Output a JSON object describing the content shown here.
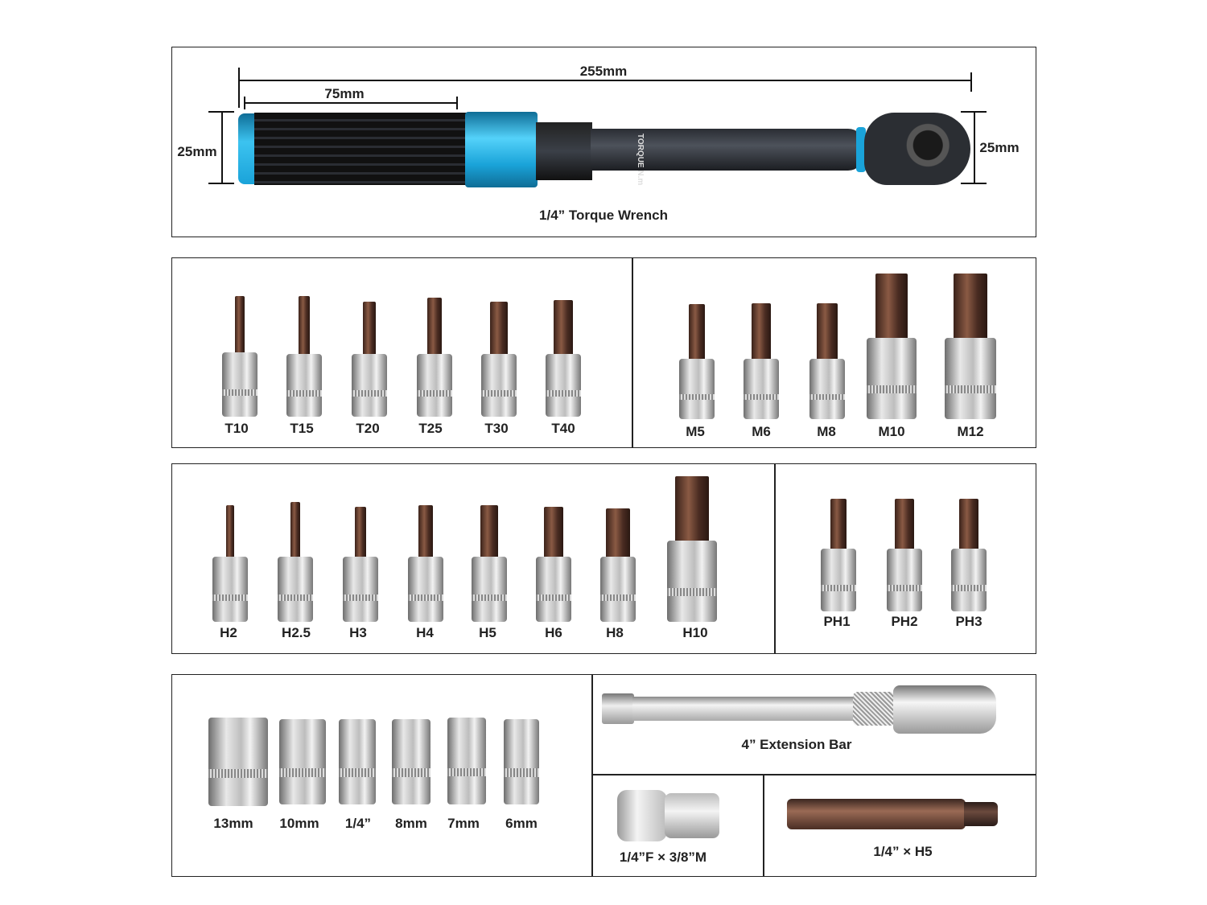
{
  "torque_wrench": {
    "caption": "1/4” Torque Wrench",
    "overall_length": "255mm",
    "handle_length": "75mm",
    "handle_height": "25mm",
    "head_height": "25mm",
    "scale_unit": "N.m",
    "scale_label": "TORQUE",
    "accent_color": "#1aa3d9"
  },
  "torx_bits": [
    "T10",
    "T15",
    "T20",
    "T25",
    "T30",
    "T40"
  ],
  "spline_bits": [
    "M5",
    "M6",
    "M8",
    "M10",
    "M12"
  ],
  "hex_bits": [
    "H2",
    "H2.5",
    "H3",
    "H4",
    "H5",
    "H6",
    "H8",
    "H10"
  ],
  "phillips_bits": [
    "PH1",
    "PH2",
    "PH3"
  ],
  "sockets": [
    "13mm",
    "10mm",
    "1/4”",
    "8mm",
    "7mm",
    "6mm"
  ],
  "extension_bar": {
    "caption": "4” Extension Bar"
  },
  "adapter": {
    "caption": "1/4”F × 3/8”M"
  },
  "hex_bit_long": {
    "caption": "1/4” × H5"
  }
}
